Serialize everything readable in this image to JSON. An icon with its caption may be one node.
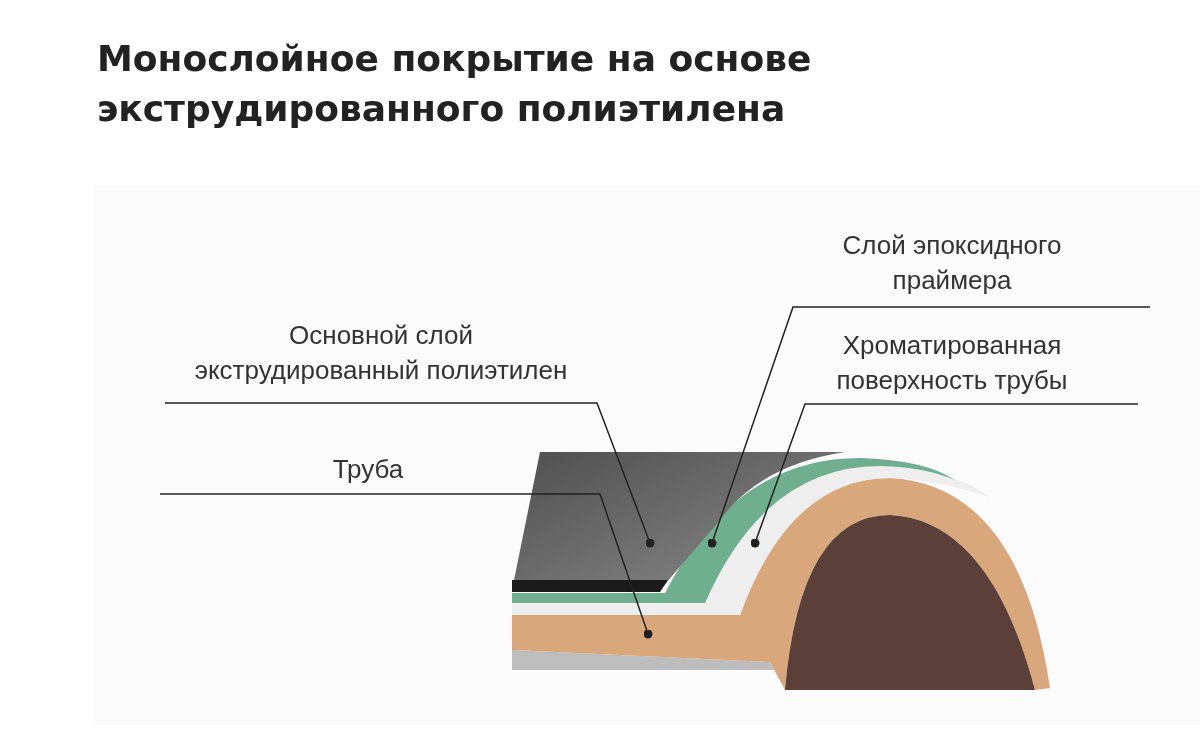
{
  "diagram": {
    "title": "Монослойное покрытие на основе экструдированного полиэтилена",
    "nodes": [
      {
        "text": [
          "Слой эпоксидного праймера"
        ]
      },
      {
        "text": [
          "Основной слой экструдированный полиэтилен"
        ]
      },
      {
        "text": [
          "Хроматированная поверхность трубы"
        ]
      },
      {
        "text": [
          "Труба"
        ]
      },
      {
        "text": [],
        "shape": "picture"
      },
      {
        "text": [],
        "shape": "picture"
      },
      {
        "text": [],
        "shape": "picture"
      },
      {
        "text": [],
        "shape": "picture"
      }
    ],
    "edges": [
      {
        "from": 0,
        "to": 4,
        "arrow": "other"
      },
      {
        "from": 1,
        "to": 5,
        "arrow": "other"
      },
      {
        "from": 2,
        "to": 6,
        "arrow": "other"
      },
      {
        "from": 3,
        "to": 7,
        "arrow": "other"
      }
    ]
  }
}
